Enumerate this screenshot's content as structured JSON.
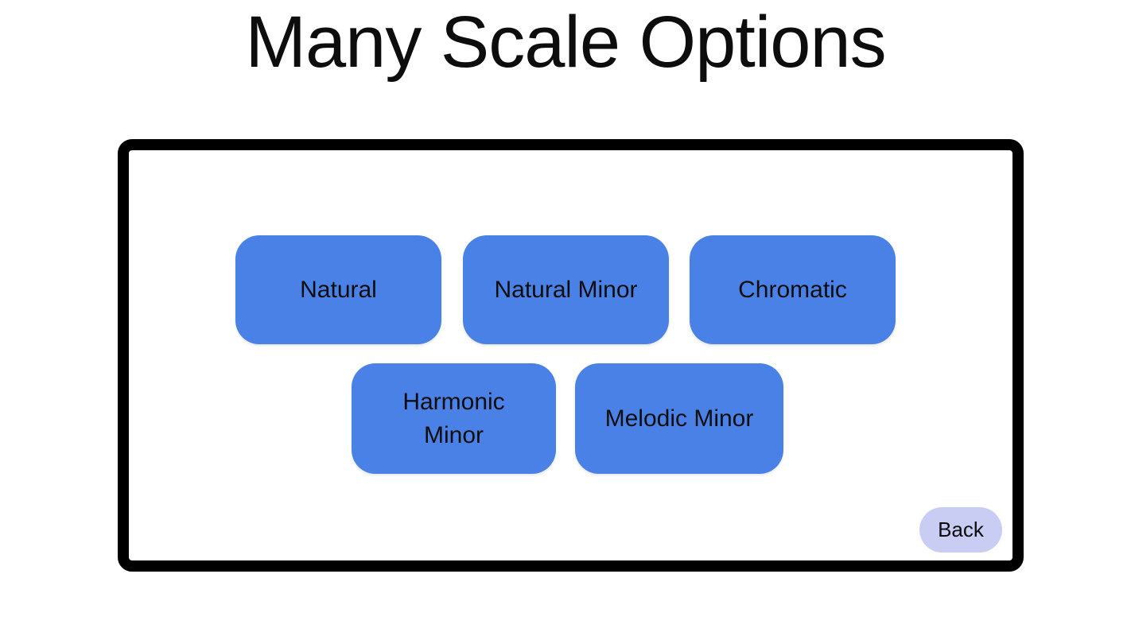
{
  "page": {
    "title": "Many Scale Options"
  },
  "panel": {
    "scale_buttons": [
      {
        "id": "natural",
        "label": "Natural"
      },
      {
        "id": "natural-minor",
        "label": "Natural Minor"
      },
      {
        "id": "chromatic",
        "label": "Chromatic"
      },
      {
        "id": "harmonic-minor",
        "label": "Harmonic\nMinor"
      },
      {
        "id": "melodic-minor",
        "label": "Melodic Minor"
      }
    ],
    "back_button": {
      "label": "Back"
    }
  },
  "colors": {
    "button_blue": "#4a81e6",
    "back_lavender": "#c9cdf4",
    "border_black": "#000000",
    "text": "#0d0d0d",
    "background": "#ffffff"
  }
}
